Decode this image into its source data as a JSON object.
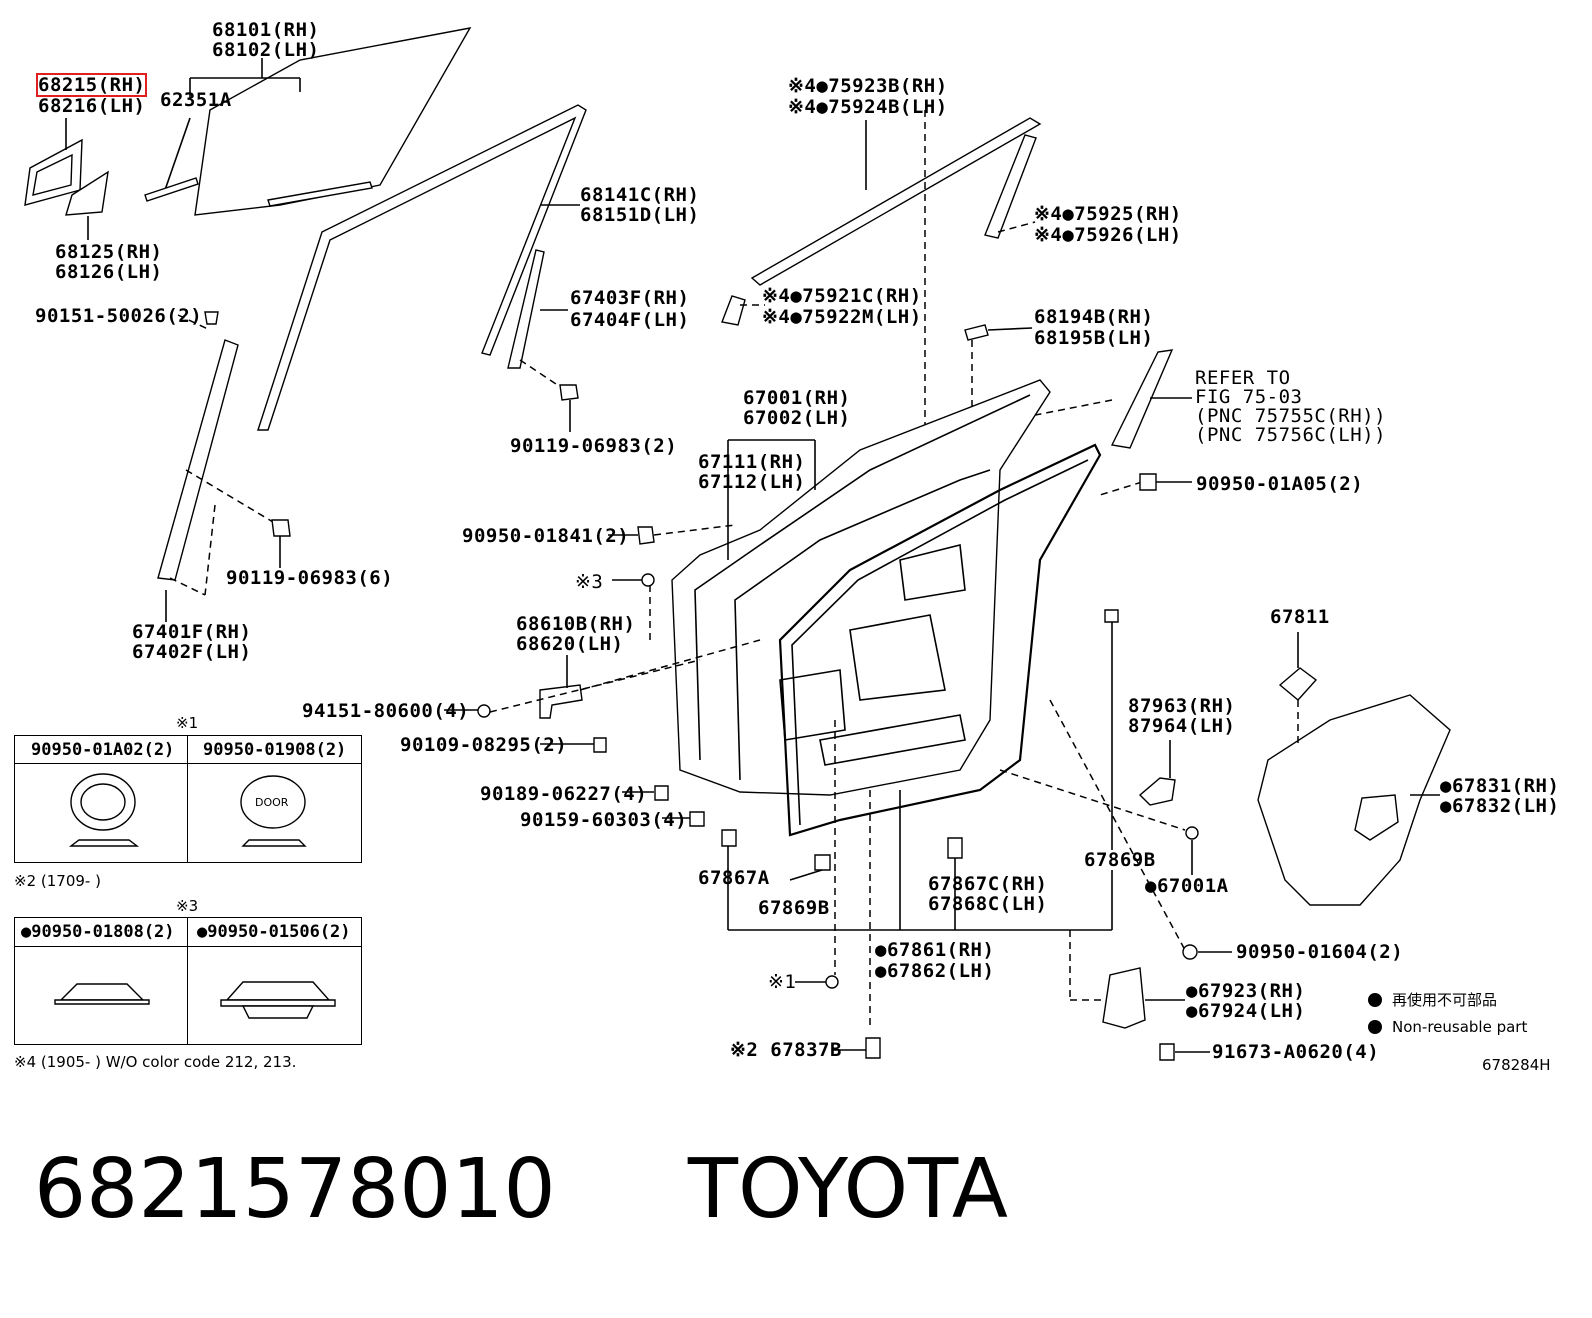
{
  "labels": {
    "l68101": "68101(RH)",
    "l68102": "68102(LH)",
    "l68215": "68215(RH)",
    "l68216": "68216(LH)",
    "l62351": "62351A",
    "l68125": "68125(RH)",
    "l68126": "68126(LH)",
    "l68141": "68141C(RH)",
    "l68151": "68151D(LH)",
    "l67403": "67403F(RH)",
    "l67404": "67404F(LH)",
    "l90151": "90151-50026(2)",
    "l90119a": "90119-06983(2)",
    "l90119b": "90119-06983(6)",
    "l67401": "67401F(RH)",
    "l67402": "67402F(LH)",
    "l75923": "※4●75923B(RH)",
    "l75924": "※4●75924B(LH)",
    "l75925": "※4●75925(RH)",
    "l75926": "※4●75926(LH)",
    "l75921": "※4●75921C(RH)",
    "l75922": "※4●75922M(LH)",
    "l68194": "68194B(RH)",
    "l68195": "68195B(LH)",
    "refer1": "REFER TO",
    "refer2": "FIG 75-03",
    "refer3": "(PNC 75755C(RH))",
    "refer4": "(PNC 75756C(LH))",
    "l67001": "67001(RH)",
    "l67002": "67002(LH)",
    "l67111": "67111(RH)",
    "l67112": "67112(LH)",
    "l90950a05": "90950-01A05(2)",
    "l90950841": "90950-01841(2)",
    "lx3": "※3",
    "l68610": "68610B(RH)",
    "l68620": "68620(LH)",
    "l67811": "67811",
    "l94151": "94151-80600(4)",
    "l90109": "90109-08295(2)",
    "l87963": "87963(RH)",
    "l87964": "87964(LH)",
    "l90189": "90189-06227(4)",
    "l90159": "90159-60303(4)",
    "l67831": "●67831(RH)",
    "l67832": "●67832(LH)",
    "l67867a": "67867A",
    "l67869b1": "67869B",
    "l67869b2": "67869B",
    "l67001a": "●67001A",
    "l67867c": "67867C(RH)",
    "l67868c": "67868C(LH)",
    "l67861": "●67861(RH)",
    "l67862": "●67862(LH)",
    "l90950604": "90950-01604(2)",
    "lx1": "※1",
    "l67923": "●67923(RH)",
    "l67924": "●67924(LH)",
    "l67837": "※2 67837B",
    "l91673": "91673-A0620(4)",
    "fig_id": "678284H"
  },
  "legend": {
    "jp": "再使用不可部品",
    "en": "Non-reusable part"
  },
  "table1": {
    "mark": "※1",
    "col1": "90950-01A02(2)",
    "col2": "90950-01908(2)",
    "door_text": "DOOR",
    "note": "※2 (1709-   )"
  },
  "table2": {
    "mark": "※3",
    "col1": "●90950-01808(2)",
    "col2": "●90950-01506(2)",
    "note": "※4 (1905-     ) W/O color code 212, 213."
  },
  "footer": {
    "part_number": "6821578010",
    "brand": "TOYOTA"
  }
}
